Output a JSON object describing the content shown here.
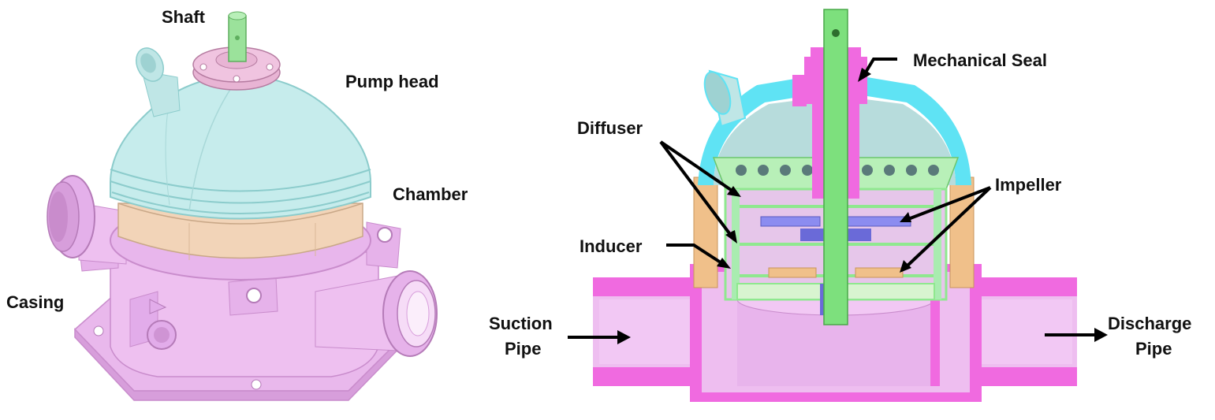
{
  "left_view": {
    "labels": {
      "shaft": "Shaft",
      "pump_head": "Pump head",
      "chamber": "Chamber",
      "casing": "Casing"
    }
  },
  "right_view": {
    "labels": {
      "mechanical_seal": "Mechanical Seal",
      "diffuser": "Diffuser",
      "impeller": "Impeller",
      "inducer": "Inducer",
      "suction_line1": "Suction",
      "suction_line2": "Pipe",
      "discharge_line1": "Discharge",
      "discharge_line2": "Pipe"
    }
  },
  "colors": {
    "casing": "#eebef0",
    "casing_dark": "#d89ade",
    "pump_head": "#c4ecec",
    "pump_head_edge": "#8ccccc",
    "chamber": "#f2d4b8",
    "shaft": "#9be29b",
    "seal": "#e8a0c8",
    "section_pink": "#f06ae0",
    "section_cyan": "#5fe3f4",
    "section_green": "#8fe88f",
    "section_orange": "#f0c08a",
    "section_blue": "#8c8cf0",
    "arrow": "#000000"
  }
}
